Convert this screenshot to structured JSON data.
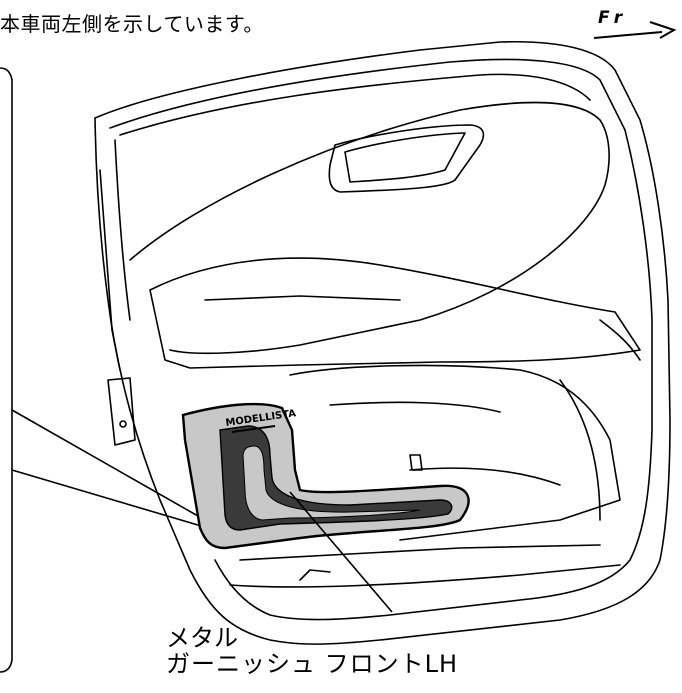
{
  "caption": "本車両左側を示しています。",
  "direction_mark": "Fr",
  "badge_text": "MODELLISTA",
  "part_label": {
    "line1": "メタル",
    "line2": "ガーニッシュ フロントLH"
  }
}
